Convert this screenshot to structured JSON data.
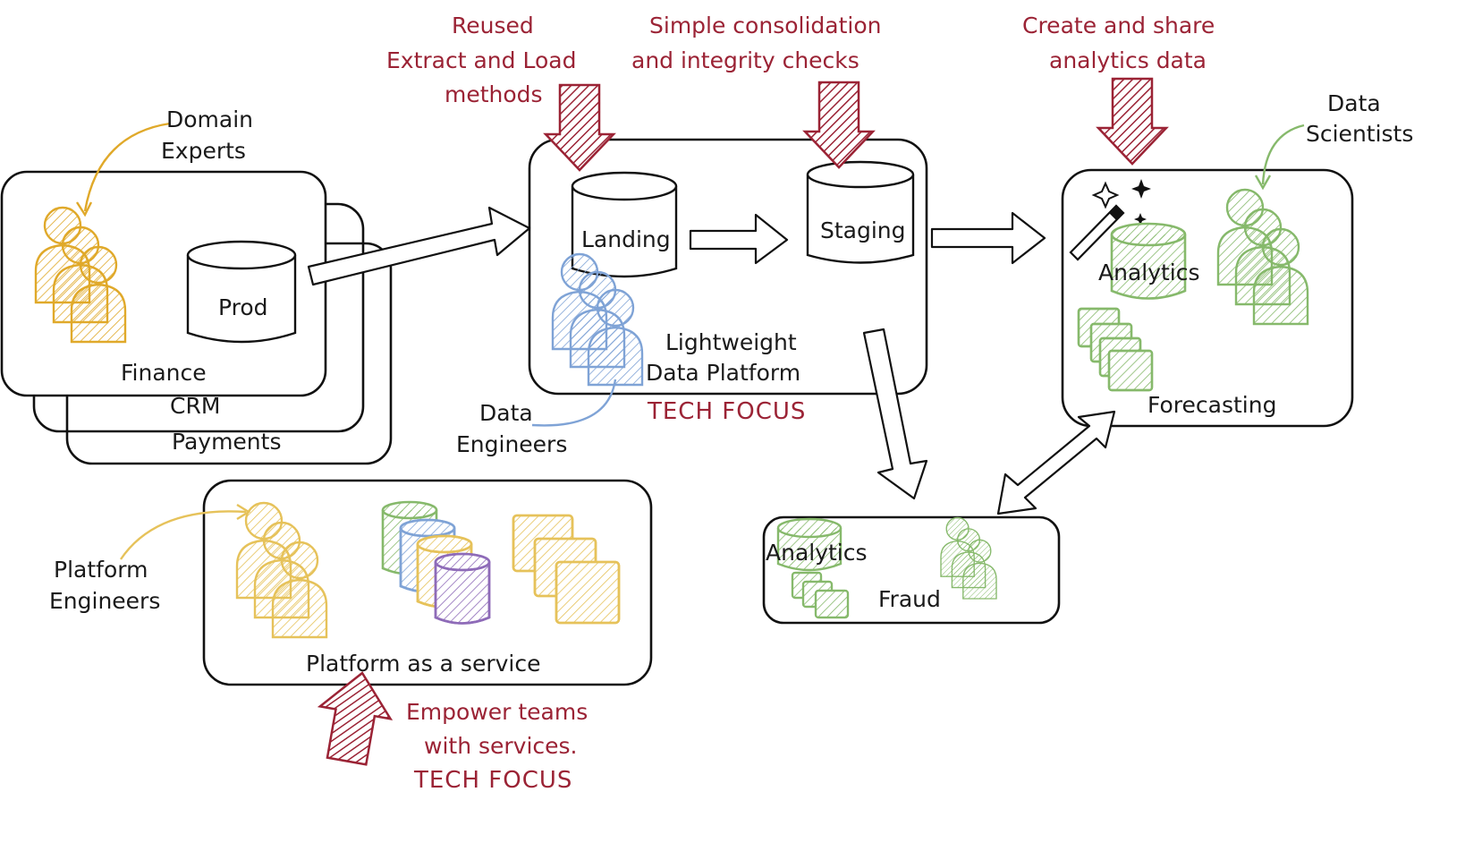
{
  "colors": {
    "domain_experts": "#e0a92a",
    "platform_engineers": "#e6c25a",
    "data_engineers": "#7fa3d6",
    "data_scientists": "#86b96b",
    "annotation": "#9b2335",
    "ink": "#111111"
  },
  "sources": {
    "finance": "Finance",
    "crm": "CRM",
    "payments": "Payments",
    "prod_db": "Prod",
    "domain_experts_line1": "Domain",
    "domain_experts_line2": "Experts"
  },
  "platform": {
    "landing": "Landing",
    "staging": "Staging",
    "title_line1": "Lightweight",
    "title_line2": "Data Platform",
    "focus": "TECH FOCUS",
    "data_engineers_line1": "Data",
    "data_engineers_line2": "Engineers"
  },
  "notes": {
    "reused_line1": "Reused",
    "reused_line2": "Extract and Load",
    "reused_line3": "methods",
    "consolidation_line1": "Simple consolidation",
    "consolidation_line2": "and integrity checks",
    "share_line1": "Create and share",
    "share_line2": "analytics data",
    "empower_line1": "Empower teams",
    "empower_line2": "with services.",
    "empower_line3": "TECH FOCUS"
  },
  "forecasting": {
    "label": "Forecasting",
    "analytics": "Analytics",
    "data_scientists_line1": "Data",
    "data_scientists_line2": "Scientists"
  },
  "fraud": {
    "label": "Fraud",
    "analytics": "Analytics"
  },
  "paas": {
    "label": "Platform as a service",
    "platform_engineers_line1": "Platform",
    "platform_engineers_line2": "Engineers"
  },
  "icons": [
    "person-group-icon",
    "database-icon",
    "magic-wand-icon",
    "sparkle-icon",
    "stacked-cards-icon",
    "down-arrow-icon",
    "right-arrow-icon"
  ]
}
